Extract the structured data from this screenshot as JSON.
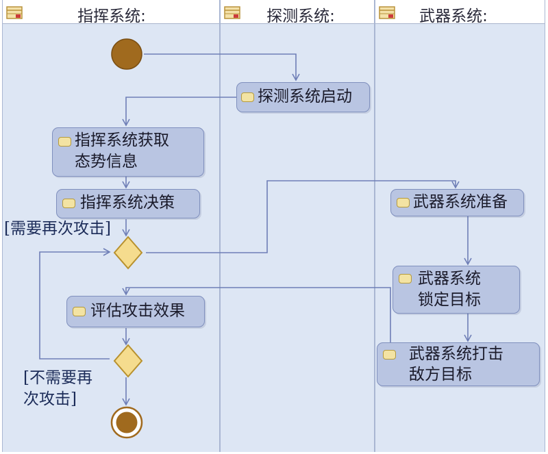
{
  "lanes": {
    "command": {
      "title": "指挥系统:",
      "icon": "swimlane-icon"
    },
    "detection": {
      "title": "探测系统:",
      "icon": "swimlane-icon"
    },
    "weapon": {
      "title": "武器系统:",
      "icon": "swimlane-icon"
    }
  },
  "nodes": {
    "detect_start": "探测系统启动",
    "acquire_1": "指挥系统获取",
    "acquire_2": "态势信息",
    "decision": "指挥系统决策",
    "evaluate": "评估攻击效果",
    "weapon_prepare": "武器系统准备",
    "lock_1": "武器系统",
    "lock_2": "锁定目标",
    "strike_1": "武器系统打击",
    "strike_2": "敌方目标"
  },
  "guards": {
    "attack_again": "[需要再次攻击]",
    "no_attack_1": "[不需要再",
    "no_attack_2": "次攻击]"
  },
  "colors": {
    "lane_bg": "#dde6f4",
    "node_fill": "#b9c5e2",
    "node_border": "#7f8fbd",
    "edge": "#6e7eb6",
    "start_fill": "#a06a1e",
    "decision_fill": "#f5dc8e",
    "decision_border": "#b8912e"
  }
}
